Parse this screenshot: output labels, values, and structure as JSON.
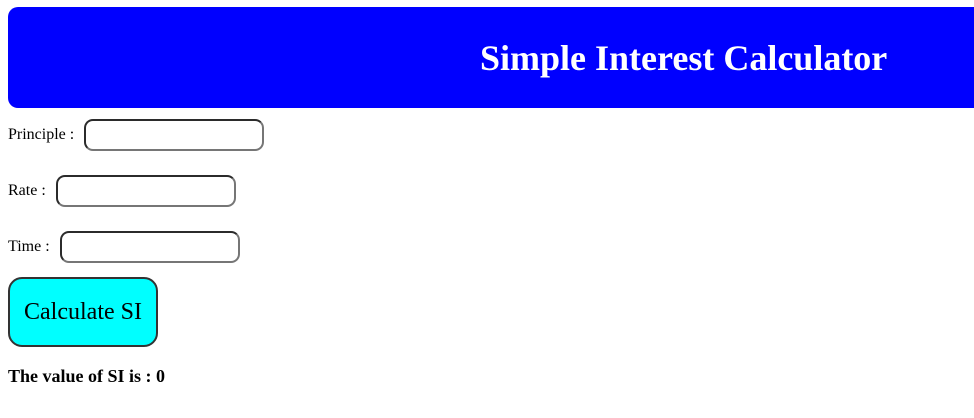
{
  "theme": {
    "header_bg": "#0000ff",
    "header_text": "#ffffff",
    "button_bg": "#00ffff"
  },
  "header": {
    "title": "Simple Interest Calculator"
  },
  "form": {
    "principle": {
      "label": "Principle :",
      "value": ""
    },
    "rate": {
      "label": "Rate :",
      "value": ""
    },
    "time": {
      "label": "Time :",
      "value": ""
    }
  },
  "actions": {
    "calculate_label": "Calculate SI"
  },
  "result": {
    "prefix": "The value of SI is : ",
    "value": "0"
  }
}
